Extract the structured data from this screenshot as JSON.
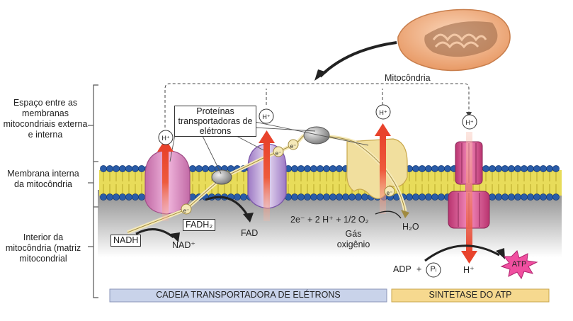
{
  "labels": {
    "mitochondrion": "Mitocôndria",
    "intermembrane_space": "Espaço entre as membranas mitocondriais externa e interna",
    "inner_membrane": "Membrana interna da mitocôndria",
    "matrix": "Interior da mitocôndria (matriz mitocondrial",
    "proteins": "Proteínas transportadoras de elétrons",
    "nadh": "NADH",
    "nad": "NAD⁺",
    "fadh2": "FADH₂",
    "fad": "FAD",
    "reaction": "2e⁻ + 2 H⁺ + 1/2 O₂",
    "oxygen_gas": "Gás oxigênio",
    "water": "H₂O",
    "adp": "ADP",
    "plus": "+",
    "pi": "Pᵢ",
    "atp": "ATP",
    "h_plus": "H⁺",
    "electron": "e⁻"
  },
  "bands": {
    "etc": "CADEIA TRANSPORTADORA DE ELÉTRONS",
    "atp_synthase": "SINTETASE DO ATP"
  },
  "colors": {
    "etc_band": "#c9d3ea",
    "atp_band": "#f6d98f",
    "membrane_head": "#2a5ca8",
    "membrane_tail": "#e8dc5a",
    "proton_arrow": "#e8432c",
    "complex_pink": "#d98cc0",
    "atp_synthase": "#e0559a",
    "atp_star": "#f04fa0",
    "mito_outer": "#f4b488"
  }
}
